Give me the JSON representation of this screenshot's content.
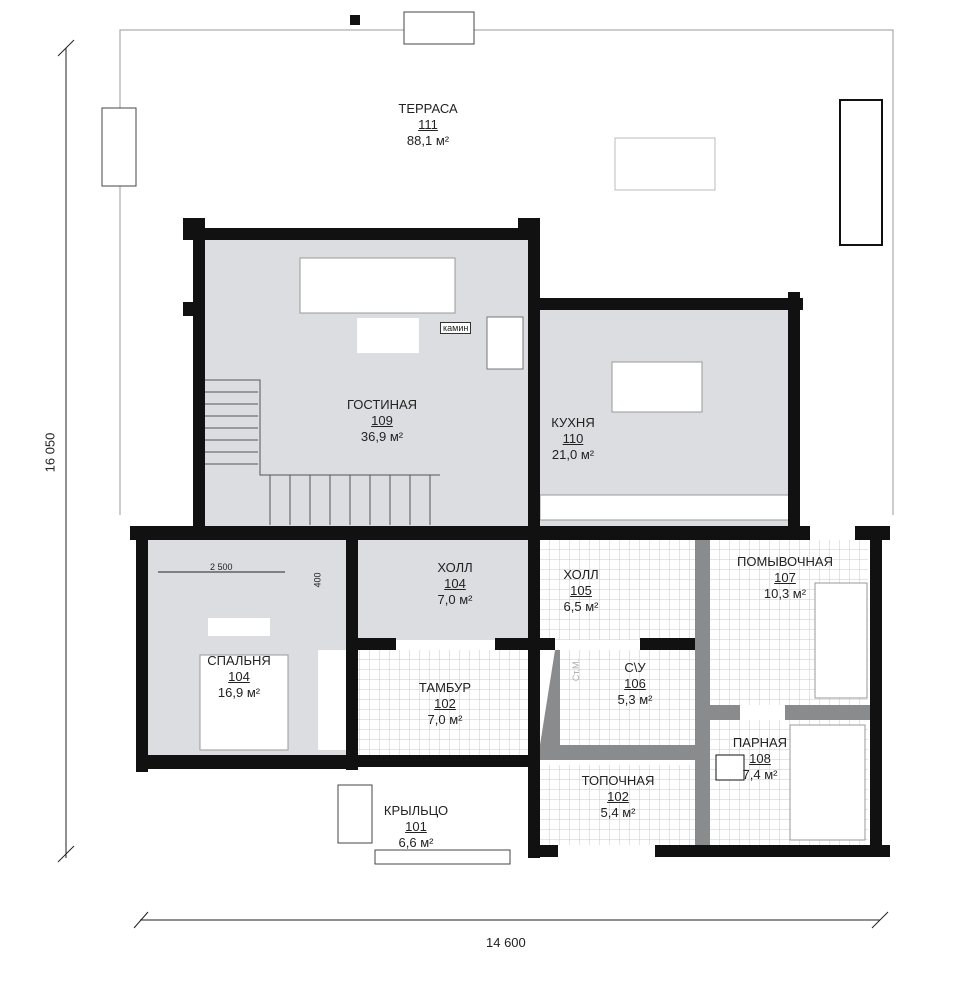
{
  "rooms": [
    {
      "name": "ТЕРРАСА",
      "number": "111",
      "area": "88,1 м²"
    },
    {
      "name": "ГОСТИНАЯ",
      "number": "109",
      "area": "36,9 м²"
    },
    {
      "name": "КУХНЯ",
      "number": "110",
      "area": "21,0 м²"
    },
    {
      "name": "ХОЛЛ",
      "number": "104",
      "area": "7,0 м²"
    },
    {
      "name": "ХОЛЛ",
      "number": "105",
      "area": "6,5 м²"
    },
    {
      "name": "ПОМЫВОЧНАЯ",
      "number": "107",
      "area": "10,3 м²"
    },
    {
      "name": "СПАЛЬНЯ",
      "number": "104",
      "area": "16,9 м²"
    },
    {
      "name": "ТАМБУР",
      "number": "102",
      "area": "7,0 м²"
    },
    {
      "name": "С\\У",
      "number": "106",
      "area": "5,3 м²"
    },
    {
      "name": "ПАРНАЯ",
      "number": "108",
      "area": "7,4 м²"
    },
    {
      "name": "ТОПОЧНАЯ",
      "number": "102",
      "area": "5,4 м²"
    },
    {
      "name": "КРЫЛЬЦО",
      "number": "101",
      "area": "6,6 м²"
    }
  ],
  "dimensions": {
    "height": "16 050",
    "width": "14 600",
    "bed_width": "2 500",
    "bed_offset": "400"
  },
  "annotations": {
    "fireplace": "камин",
    "washer": "Ст.М."
  },
  "colors": {
    "wall": "#111111",
    "floor": "#dcdde0",
    "tile_line": "#c8c8c8",
    "inner_wall": "#8a8b8d"
  }
}
